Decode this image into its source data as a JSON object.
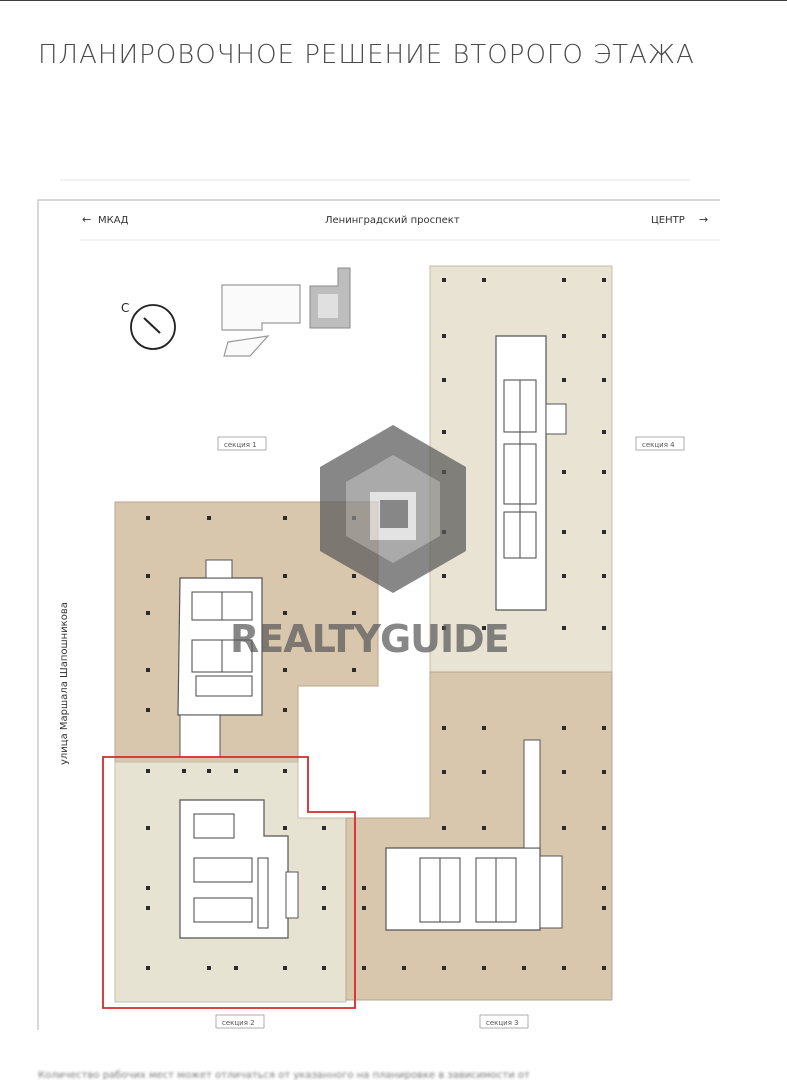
{
  "title": "ПЛАНИРОВОЧНОЕ РЕШЕНИЕ ВТОРОГО ЭТАЖА",
  "street_top": "Ленинградский проспект",
  "left_direction": "МКАД",
  "right_direction": "ЦЕНТР",
  "street_left": "улица Маршала Шапошникова",
  "compass_letter": "С",
  "sections": {
    "section1": "секция 1",
    "section2": "секция 2",
    "section3": "секция 3",
    "section4": "секция 4"
  },
  "watermark": "REALTYGUIDE",
  "footnote": "Количество рабочих мест может отличаться от указанного на планировке в зависимости от",
  "colors": {
    "floor_tan": "#d9c8b0",
    "floor_light": "#e8e3d2",
    "highlight": "#d42a2a",
    "core": "#ffffff",
    "watermark": "#5a5a5a"
  }
}
